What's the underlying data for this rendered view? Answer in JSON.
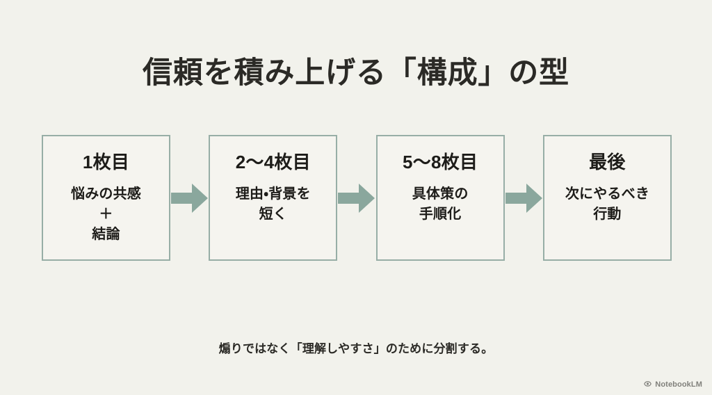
{
  "slide": {
    "background_color": "#f2f2ec",
    "title": "信頼を積み上げる「構成」の型",
    "title_color": "#2b2a26",
    "caption": "煽りではなく「理解しやすさ」のために分割する。",
    "accent_color": "#8aa79d",
    "box_border_color": "#97aea6",
    "box_fill_color": "#f5f4ef"
  },
  "flow": {
    "arrow_icon": "arrow-right-icon",
    "steps": [
      {
        "heading": "1枚目",
        "lines": [
          "悩みの共感",
          "＋",
          "結論"
        ]
      },
      {
        "heading": "2〜4枚目",
        "lines": [
          "理由・背景を",
          "短く"
        ]
      },
      {
        "heading": "5〜8枚目",
        "lines": [
          "具体策の",
          "手順化"
        ]
      },
      {
        "heading": "最後",
        "lines": [
          "次にやるべき",
          "行動"
        ]
      }
    ]
  },
  "watermark": {
    "icon": "notebooklm-icon",
    "label": "NotebookLM"
  }
}
